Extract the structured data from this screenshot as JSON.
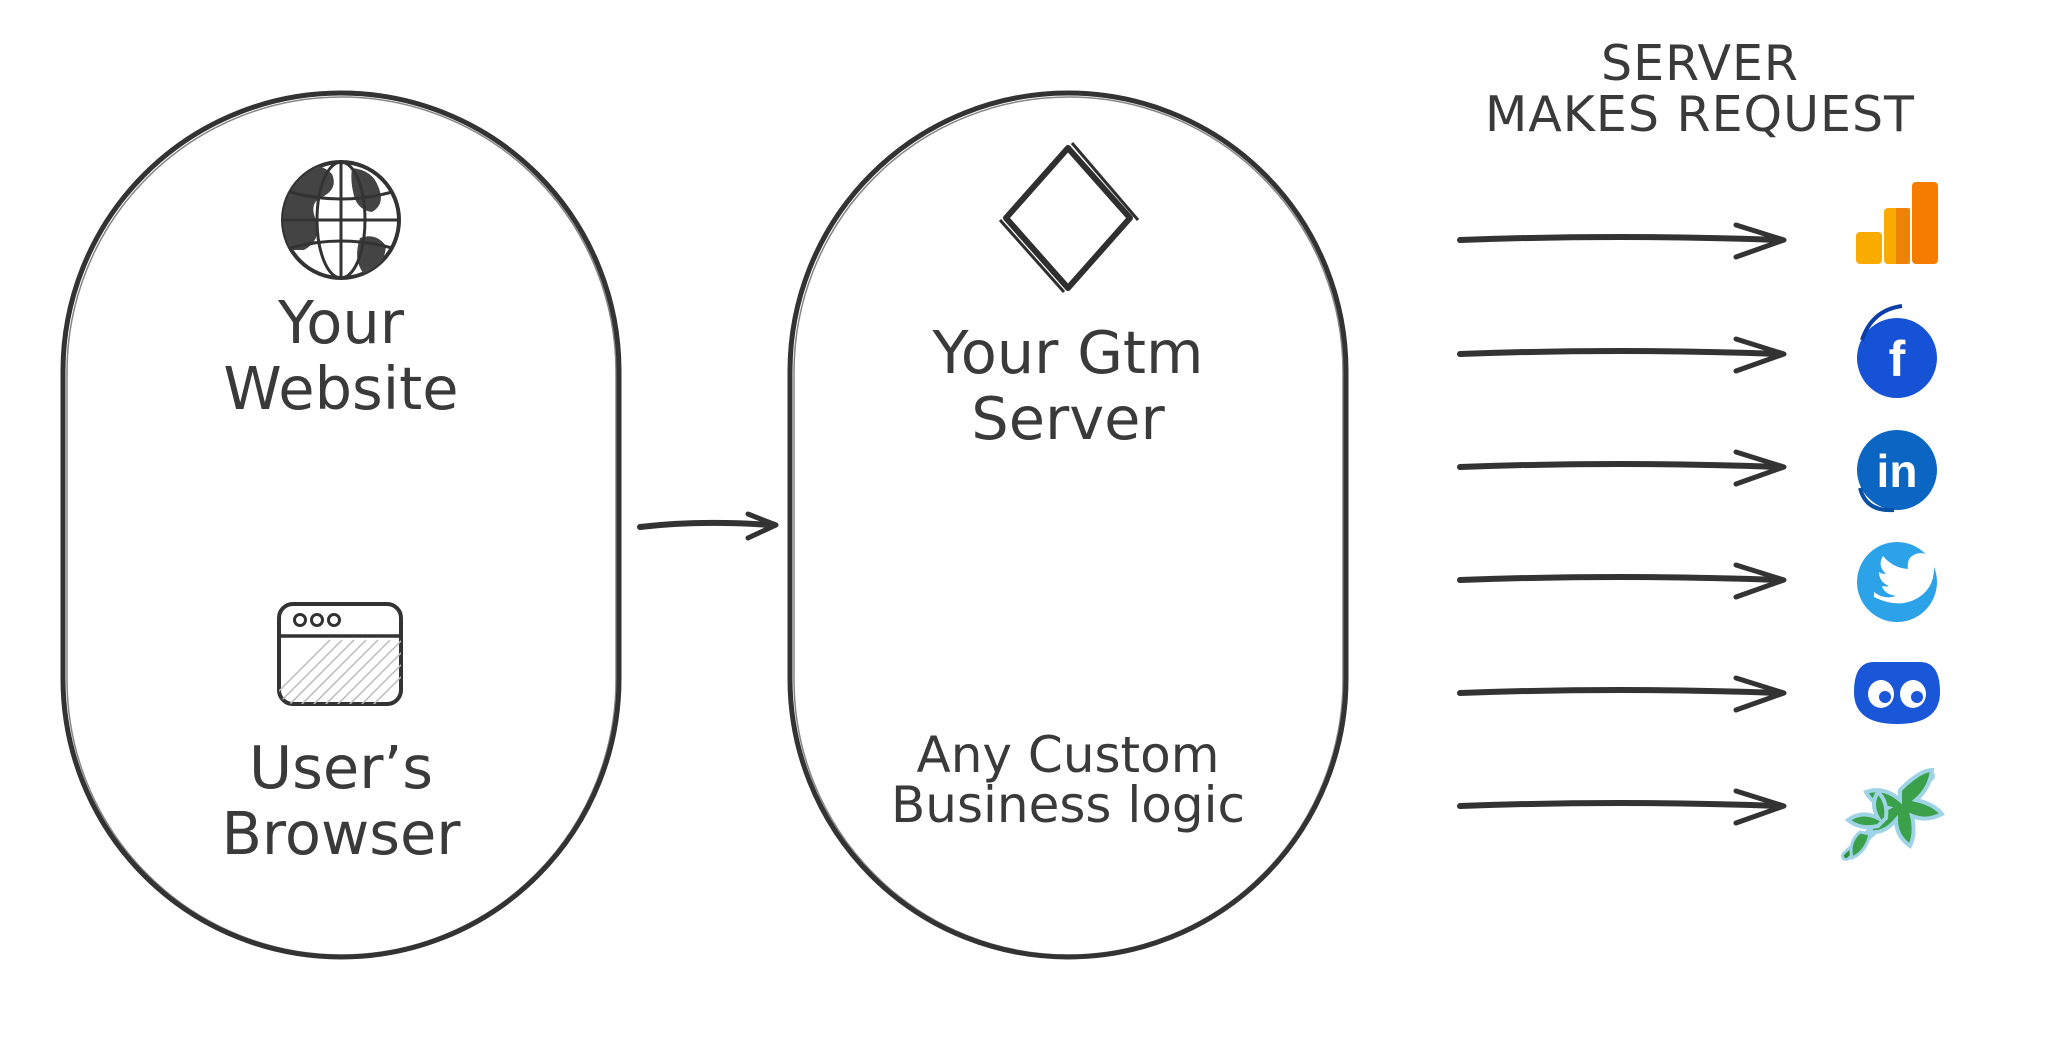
{
  "client_panel": {
    "website_line1": "Your",
    "website_line2": "Website",
    "browser_line1": "User’s",
    "browser_line2": "Browser",
    "icons": [
      "globe-icon",
      "browser-window-icon"
    ]
  },
  "server_panel": {
    "title_line1": "Your Gtm",
    "title_line2": "Server",
    "logic_line1": "Any Custom",
    "logic_line2": "Business logic",
    "icons": [
      "gtm-diamond-icon"
    ]
  },
  "destinations": {
    "header_line1": "SERVER",
    "header_line2": "MAKES REQUEST",
    "items": [
      "google-analytics-icon",
      "facebook-icon",
      "linkedin-icon",
      "twitter-icon",
      "cookie-monster-eyes-icon",
      "leaf-icon"
    ]
  },
  "colors": {
    "ink": "#3a3a3a",
    "ga_orange": "#f57c00",
    "ga_yellow": "#f9ab00",
    "facebook": "#1652d6",
    "linkedin": "#0a66c2",
    "twitter": "#2ca3e8",
    "blue_eyes": "#1a56d8",
    "leaf": "#2f8f3a"
  }
}
